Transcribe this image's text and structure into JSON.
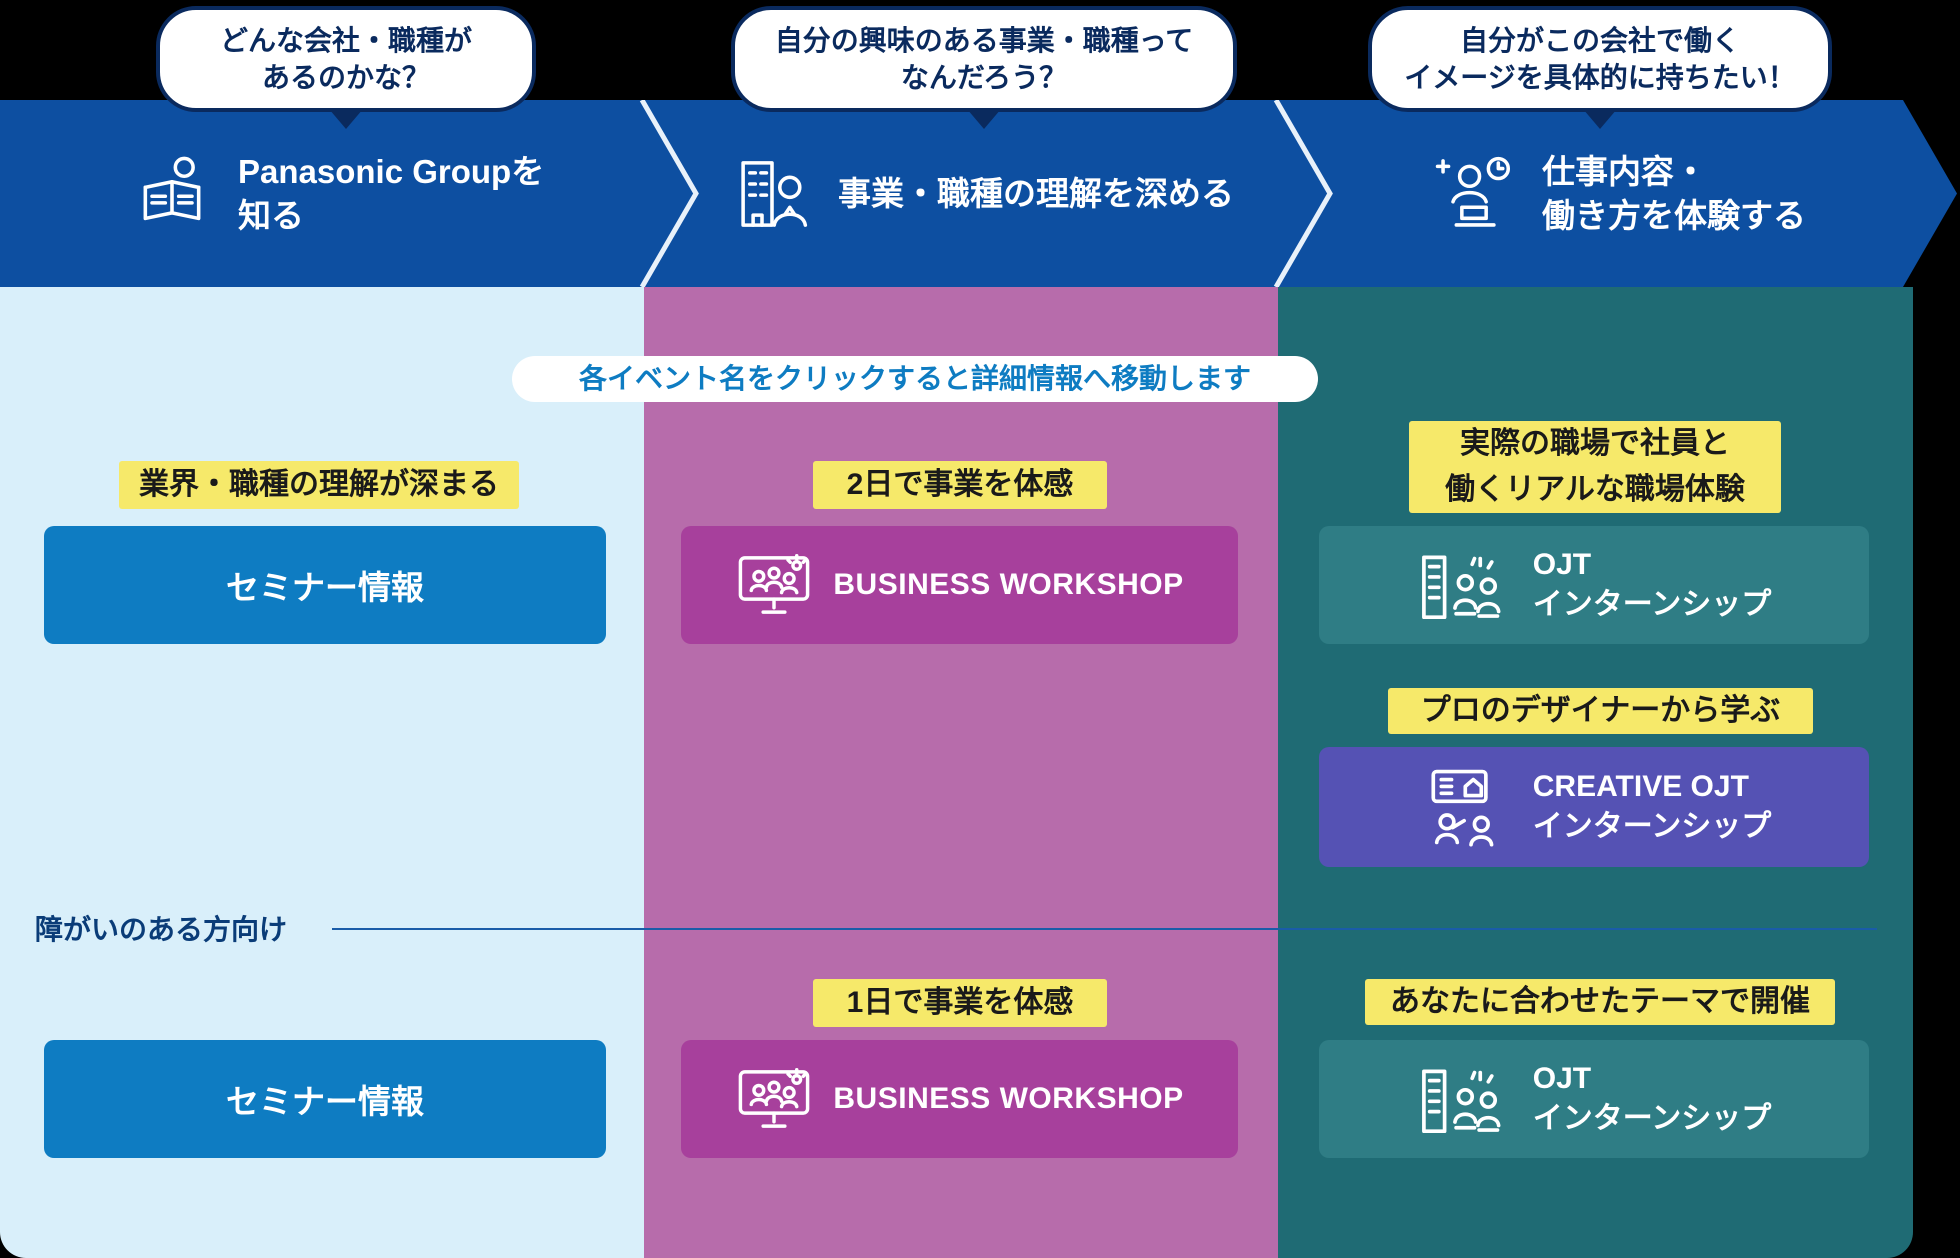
{
  "colors": {
    "band_blue": "#0d4fa1",
    "bubble_navy": "#0a2a5e",
    "column_know_bg": "#d9effa",
    "column_understand_bg": "#b76cab",
    "column_experience_bg": "#1f6b74",
    "highlight_yellow": "#f6e96a",
    "seminar_button_blue": "#0e7cc2",
    "workshop_button_purple": "#a7409c",
    "ojt_button_teal": "#2f7d85",
    "creative_button_indigo": "#5552b4",
    "notice_text_blue": "#0e7cc2"
  },
  "bubbles": [
    {
      "lines": [
        "どんな会社・職種が",
        "あるのかな？"
      ]
    },
    {
      "lines": [
        "自分の興味のある事業・職種って",
        "なんだろう？"
      ]
    },
    {
      "lines": [
        "自分がこの会社で働く",
        "イメージを具体的に持ちたい！"
      ]
    }
  ],
  "steps": [
    {
      "icon": "person-reading-book-icon",
      "lines": [
        "Panasonic Groupを",
        "知る"
      ]
    },
    {
      "icon": "building-person-icon",
      "lines": [
        "事業・職種の理解を深める"
      ]
    },
    {
      "icon": "person-clock-laptop-icon",
      "lines": [
        "仕事内容・",
        "働き方を体験する"
      ]
    }
  ],
  "notice": "各イベント名をクリックすると詳細情報へ移動します",
  "know_column": {
    "highlight": "業界・職種の理解が深まる",
    "seminar_button": "セミナー情報",
    "disability_label": "障がいのある方向け",
    "seminar_button_2": "セミナー情報"
  },
  "understand_column": {
    "highlight_top": "2日で事業を体感",
    "workshop_button_top": "BUSINESS WORKSHOP",
    "highlight_bottom": "1日で事業を体感",
    "workshop_button_bottom": "BUSINESS WORKSHOP"
  },
  "experience_column": {
    "highlight_top": [
      "実際の職場で社員と",
      "働くリアルな職場体験"
    ],
    "ojt_button_top": [
      "OJT",
      "インターンシップ"
    ],
    "highlight_middle": "プロのデザイナーから学ぶ",
    "creative_button": [
      "CREATIVE OJT",
      "インターンシップ"
    ],
    "highlight_bottom": "あなたに合わせたテーマで開催",
    "ojt_button_bottom": [
      "OJT",
      "インターンシップ"
    ]
  }
}
